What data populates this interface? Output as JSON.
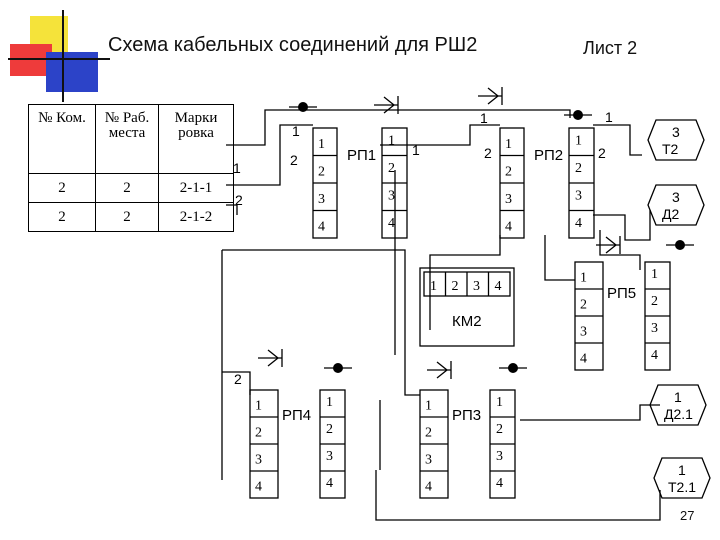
{
  "title": "Схема кабельных соединений для РШ2",
  "sheet": "Лист 2",
  "page_number": "27",
  "colors": {
    "deco_yellow": "#f5e33a",
    "deco_red": "#ee3b3b",
    "deco_blue": "#2c43c8",
    "line": "#000000"
  },
  "table": {
    "headers": [
      "№ Ком.",
      "№ Раб. места",
      "Марки ровка"
    ],
    "rows": [
      [
        "2",
        "2",
        "2-1-1"
      ],
      [
        "2",
        "2",
        "2-1-2"
      ]
    ]
  },
  "diagram": {
    "distribution_boxes": [
      {
        "name": "РП1",
        "left": [
          "1",
          "2",
          "3",
          "4"
        ],
        "right": [
          "1",
          "2",
          "3",
          "4"
        ]
      },
      {
        "name": "РП2",
        "left": [
          "1",
          "2",
          "3",
          "4"
        ],
        "right": [
          "1",
          "2",
          "3",
          "4"
        ]
      },
      {
        "name": "РП5",
        "left": [
          "1",
          "2",
          "3",
          "4"
        ],
        "right": [
          "1",
          "2",
          "3",
          "4"
        ]
      },
      {
        "name": "РП4",
        "left": [
          "1",
          "2",
          "3",
          "4"
        ],
        "right": [
          "1",
          "2",
          "3",
          "4"
        ]
      },
      {
        "name": "РП3",
        "left": [
          "1",
          "2",
          "3",
          "4"
        ],
        "right": [
          "1",
          "2",
          "3",
          "4"
        ]
      }
    ],
    "switch": {
      "name": "КМ2",
      "ports": [
        "1",
        "2",
        "3",
        "4"
      ]
    },
    "outlets": [
      {
        "num": "3",
        "name": "Т2"
      },
      {
        "num": "3",
        "name": "Д2"
      },
      {
        "num": "1",
        "name": "Д2.1"
      },
      {
        "num": "1",
        "name": "Т2.1"
      }
    ],
    "wire_labels": [
      {
        "id": "table-r1",
        "text": "1"
      },
      {
        "id": "table-r2",
        "text": "2"
      },
      {
        "id": "rp1-in-1",
        "text": "1"
      },
      {
        "id": "rp1-in-2",
        "text": "2"
      },
      {
        "id": "rp1-out",
        "text": "1"
      },
      {
        "id": "rp2-in",
        "text": "2"
      },
      {
        "id": "top-mid",
        "text": "1"
      },
      {
        "id": "top-right",
        "text": "1"
      },
      {
        "id": "rp2-out",
        "text": "2"
      },
      {
        "id": "rp4-in",
        "text": "2"
      }
    ]
  }
}
